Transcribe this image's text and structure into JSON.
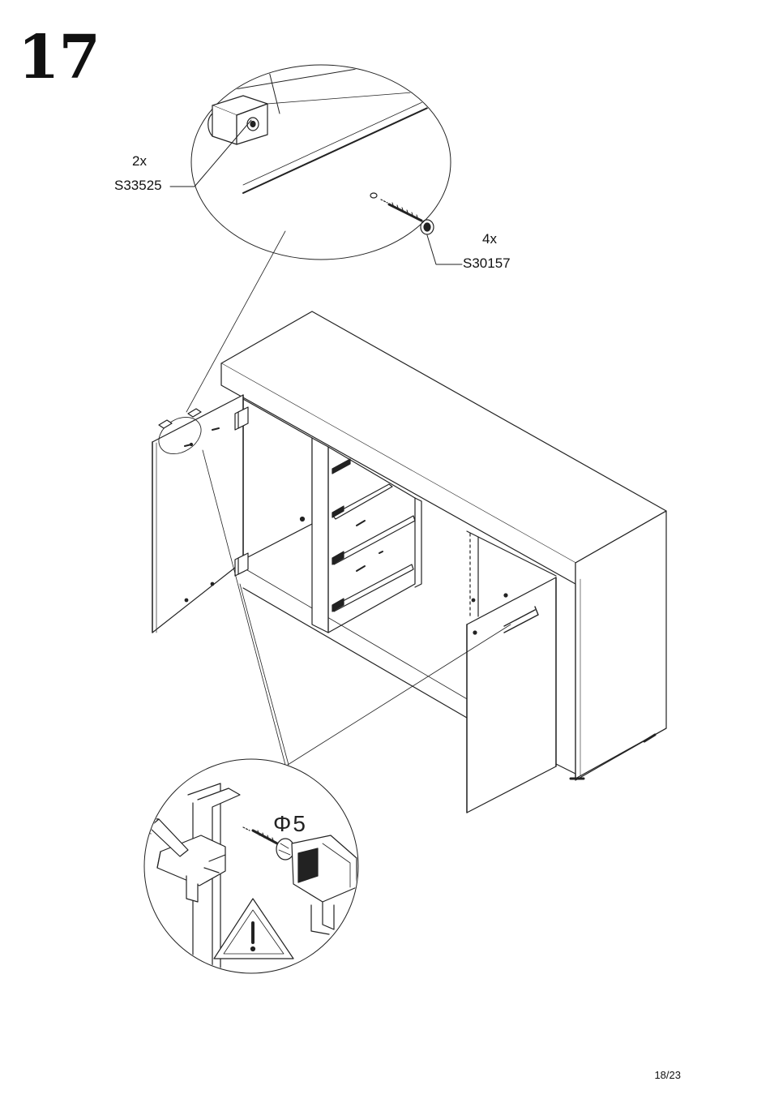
{
  "step": {
    "number": "17"
  },
  "parts": [
    {
      "quantity": "2x",
      "code": "S33525"
    },
    {
      "quantity": "4x",
      "code": "S30157"
    }
  ],
  "drill": {
    "diameter_label": "Φ5"
  },
  "page": {
    "number": "18/23"
  },
  "icons": {
    "warning": "warning-triangle-icon",
    "drill": "drill-icon",
    "screw": "screw-icon",
    "bumper": "door-bumper-icon"
  }
}
